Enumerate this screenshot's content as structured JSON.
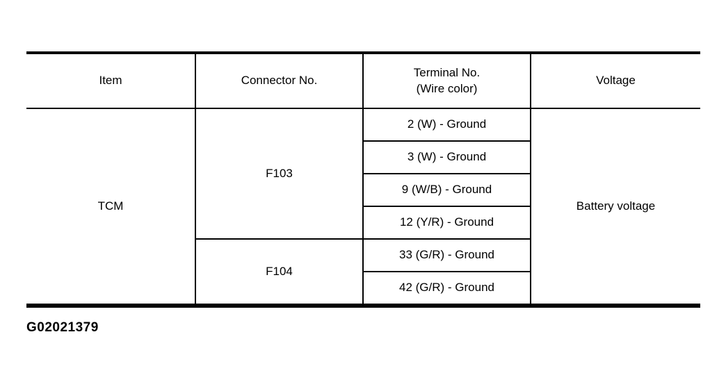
{
  "table": {
    "headers": {
      "item": "Item",
      "connector": "Connector No.",
      "terminal_line1": "Terminal No.",
      "terminal_line2": "(Wire color)",
      "voltage": "Voltage"
    },
    "item": "TCM",
    "voltage": "Battery voltage",
    "groups": [
      {
        "connector": "F103",
        "terminals": [
          "2 (W) - Ground",
          "3 (W) - Ground",
          "9 (W/B) - Ground",
          "12 (Y/R) - Ground"
        ]
      },
      {
        "connector": "F104",
        "terminals": [
          "33 (G/R) - Ground",
          "42 (G/R) - Ground"
        ]
      }
    ]
  },
  "figure_code": "G02021379"
}
